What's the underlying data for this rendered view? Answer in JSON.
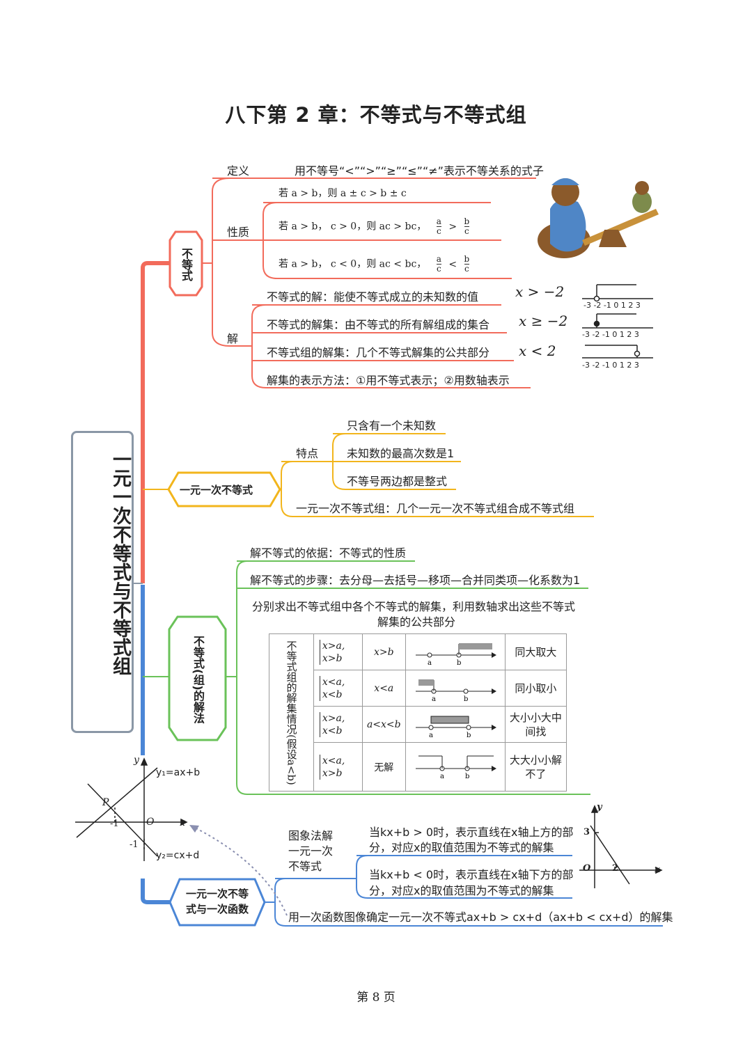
{
  "title": "八下第 2 章：不等式与不等式组",
  "root": "一元一次不等式与不等式组",
  "colors": {
    "red": "#f26b5b",
    "yellow": "#f2b51c",
    "green": "#6ac259",
    "blue": "#4b86d6",
    "gray": "#8a97a6"
  },
  "ineq": {
    "label": "不等式",
    "def_label": "定义",
    "def_text": "用不等号“<”“>”“≥”“≤”“≠”表示不等关系的式子",
    "prop_label": "性质",
    "prop1": "若 a > b，则 a ± c > b ± c",
    "prop2_pre": "若 a > b， c > 0，则 ac > bc，",
    "prop2_rel": ">",
    "prop3_pre": "若 a > b， c < 0，则 ac < bc，",
    "prop3_rel": "<",
    "frac_a": "a",
    "frac_b": "b",
    "frac_c": "c",
    "sol_label": "解",
    "sol1": "不等式的解：能使不等式成立的未知数的值",
    "sol2": "不等式的解集：由不等式的所有解组成的集合",
    "sol3": "不等式组的解集：几个不等式解集的公共部分",
    "sol4": "解集的表示方法：①用不等式表示；②用数轴表示",
    "ex1": "x > −2",
    "ex2": "x ≥ −2",
    "ex3": "x < 2",
    "axis_ticks": "-3 -2 -1 0   1   2   3"
  },
  "linear": {
    "label": "一元一次不等式",
    "feat_label": "特点",
    "feat1": "只含有一个未知数",
    "feat2": "未知数的最高次数是1",
    "feat3": "不等号两边都是整式",
    "sys": "一元一次不等式组：几个一元一次不等式组合成不等式组"
  },
  "method": {
    "label": "不等式(组)的解法",
    "basis": "解不等式的依据：不等式的性质",
    "steps": "解不等式的步骤：去分母—去括号—移项—合并同类项—化系数为1",
    "group1": "分别求出不等式组中各个不等式的解集，利用数轴求出这些不等式",
    "group2": "解集的公共部分",
    "table_head": "不等式组的解集情况(假设a<b)",
    "rows": [
      {
        "sys1": "x>a,",
        "sys2": "x>b",
        "sol": "x>b",
        "rule": "同大取大"
      },
      {
        "sys1": "x<a,",
        "sys2": "x<b",
        "sol": "x<a",
        "rule": "同小取小"
      },
      {
        "sys1": "x>a,",
        "sys2": "x<b",
        "sol": "a<x<b",
        "rule": "大小小大中间找"
      },
      {
        "sys1": "x<a,",
        "sys2": "x>b",
        "sol": "无解",
        "rule": "大大小小解不了"
      }
    ],
    "pt_a": "a",
    "pt_b": "b"
  },
  "func": {
    "label": "一元一次不等式与一次函数",
    "graph_label": "图象法解一元一次不等式",
    "case1a": "当kx+b > 0时，表示直线在x轴上方的部",
    "case1b": "分，对应x的取值范围为不等式的解集",
    "case2a": "当kx+b < 0时，表示直线在x轴下方的部",
    "case2b": "分，对应x的取值范围为不等式的解集",
    "compare": "用一次函数图像确定一元一次不等式ax+b > cx+d（ax+b < cx+d）的解集",
    "graph1": {
      "y": "y",
      "x": "x",
      "o": "O",
      "p": "P",
      "l1": "y₁=ax+b",
      "l2": "y₂=cx+d",
      "m1": "-1",
      "m1y": "-1"
    },
    "graph2": {
      "y": "y",
      "x": "x",
      "o": "O",
      "t3": "3",
      "t2": "2"
    }
  },
  "footer": "第 8 页"
}
